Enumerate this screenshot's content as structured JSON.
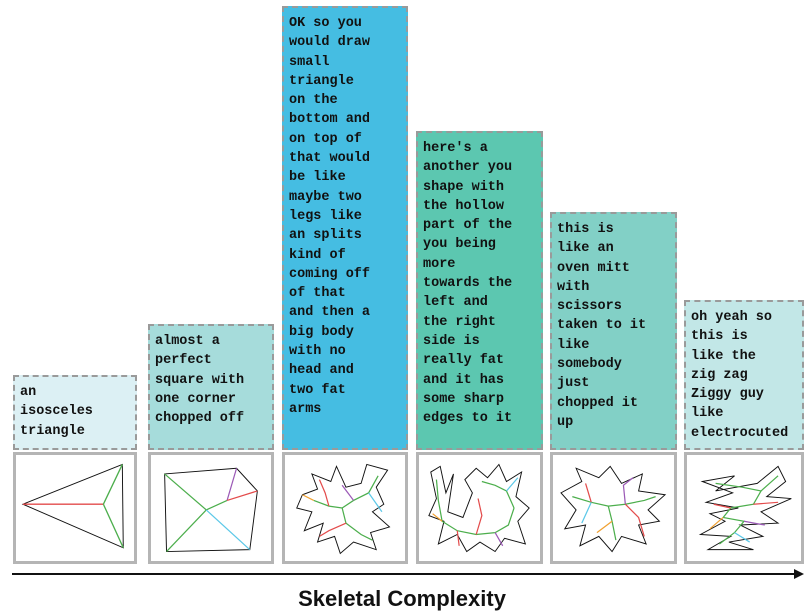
{
  "panels": [
    {
      "text": "an\nisosceles\ntriangle",
      "color": "#dcf0f4",
      "shape": "triangle"
    },
    {
      "text": "almost a\nperfect\nsquare with\none corner\nchopped off",
      "color": "#a6dcdb",
      "shape": "chopped-square"
    },
    {
      "text": "OK so you\nwould draw\nsmall\ntriangle\non the\nbottom and\non top of\nthat would\nbe like\nmaybe two\nlegs like\nan splits\nkind of\ncoming off\nof that\nand then a\nbig body\nwith no\nhead and\ntwo fat\narms",
      "color": "#45bde2",
      "shape": "figure"
    },
    {
      "text": "here's a\nanother you\nshape with\nthe hollow\npart of the\nyou being\nmore\ntowards the\nleft and\nthe right\nside is\nreally fat\nand it has\nsome sharp\nedges to it",
      "color": "#5cc7b0",
      "shape": "hollow-u"
    },
    {
      "text": "this is\nlike an\noven mitt\nwith\nscissors\ntaken to it\nlike\nsomebody\njust\nchopped it\nup",
      "color": "#82d0c6",
      "shape": "oven-mitt"
    },
    {
      "text": "oh yeah so\nthis is\nlike the\nzig zag\nZiggy guy\nlike\nelectrocuted",
      "color": "#c2e7e7",
      "shape": "zigzag"
    }
  ],
  "axis": {
    "label": "Skeletal Complexity"
  },
  "colors": {
    "border": "#9a9a9a",
    "thumb_border": "#b5b5b5",
    "axis": "#111111"
  }
}
